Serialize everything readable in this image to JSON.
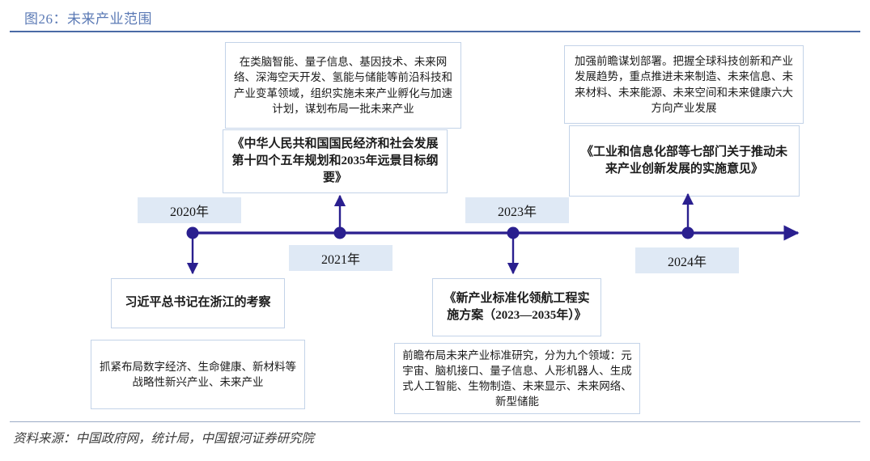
{
  "header": {
    "title": "图26：未来产业范围",
    "accent_color": "#5b7ab5",
    "rule_color": "#4a6aa5"
  },
  "footer": {
    "source": "资料来源：中国政府网，统计局，中国银河证券研究院"
  },
  "timeline": {
    "axis_color": "#2a1f8f",
    "chip_background": "#dfe9f5",
    "box_border": "#c3d3e8",
    "nodes": [
      {
        "year": "2020年",
        "policy": "",
        "detail_below": "抓紧布局数字经济、生命健康、新材料等战略性新兴产业、未来产业",
        "event": "习近平总书记在浙江的考察",
        "direction": "down"
      },
      {
        "year": "2021年",
        "policy": "《中华人民共和国国民经济和社会发展第十四个五年规划和2035年远景目标纲要》",
        "detail_above": "在类脑智能、量子信息、基因技术、未来网络、深海空天开发、氢能与储能等前沿科技和产业变革领域，组织实施未来产业孵化与加速计划，谋划布局一批未来产业",
        "direction": "up"
      },
      {
        "year": "2023年",
        "policy": "《新产业标准化领航工程实施方案（2023—2035年）》",
        "detail_below": "前瞻布局未来产业标准研究，分为九个领域：元宇宙、脑机接口、量子信息、人形机器人、生成式人工智能、生物制造、未来显示、未来网络、新型储能",
        "direction": "down"
      },
      {
        "year": "2024年",
        "policy": "《工业和信息化部等七部门关于推动未来产业创新发展的实施意见》",
        "detail_above": "加强前瞻谋划部署。把握全球科技创新和产业发展趋势，重点推进未来制造、未来信息、未来材料、未来能源、未来空间和未来健康六大方向产业发展",
        "direction": "up"
      }
    ]
  }
}
